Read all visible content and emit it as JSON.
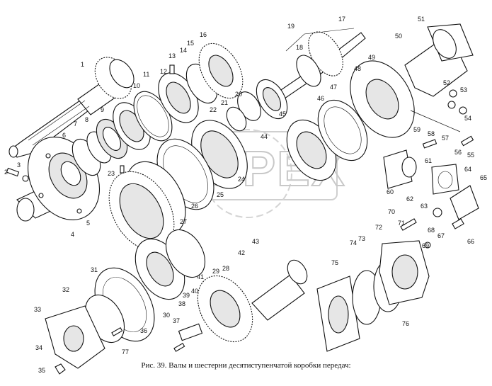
{
  "caption": "Рис. 39. Валы и шестерни десятиступенчатой коробки передач:",
  "watermark": "OPEX",
  "callouts": [
    "1",
    "2",
    "3",
    "4",
    "5",
    "6",
    "7",
    "8",
    "9",
    "10",
    "11",
    "12",
    "13",
    "14",
    "15",
    "16",
    "17",
    "18",
    "19",
    "20",
    "21",
    "22",
    "23",
    "24",
    "25",
    "26",
    "27",
    "28",
    "29",
    "30",
    "31",
    "32",
    "33",
    "34",
    "35",
    "36",
    "37",
    "38",
    "39",
    "40",
    "41",
    "42",
    "43",
    "44",
    "45",
    "46",
    "47",
    "48",
    "49",
    "50",
    "51",
    "52",
    "53",
    "54",
    "55",
    "56",
    "57",
    "58",
    "59",
    "60",
    "61",
    "62",
    "63",
    "64",
    "65",
    "66",
    "67",
    "68",
    "69",
    "70",
    "71",
    "72",
    "73",
    "74",
    "75",
    "76",
    "77"
  ],
  "colors": {
    "ink": "#111111",
    "paper": "#ffffff",
    "watermark": "#c8c8c8"
  }
}
